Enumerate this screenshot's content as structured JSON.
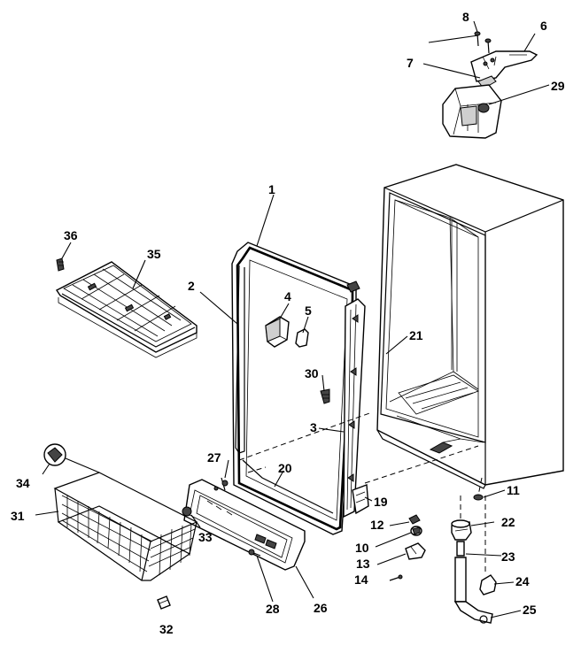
{
  "callouts": {
    "c1": "1",
    "c2": "2",
    "c3": "3",
    "c4": "4",
    "c5": "5",
    "c6": "6",
    "c7": "7",
    "c8": "8",
    "c10": "10",
    "c11": "11",
    "c12": "12",
    "c13": "13",
    "c14": "14",
    "c19": "19",
    "c20": "20",
    "c21": "21",
    "c22": "22",
    "c23": "23",
    "c24": "24",
    "c25": "25",
    "c26": "26",
    "c27": "27",
    "c28": "28",
    "c29": "29",
    "c30": "30",
    "c31": "31",
    "c32": "32",
    "c33": "33",
    "c34": "34",
    "c35": "35",
    "c36": "36"
  }
}
